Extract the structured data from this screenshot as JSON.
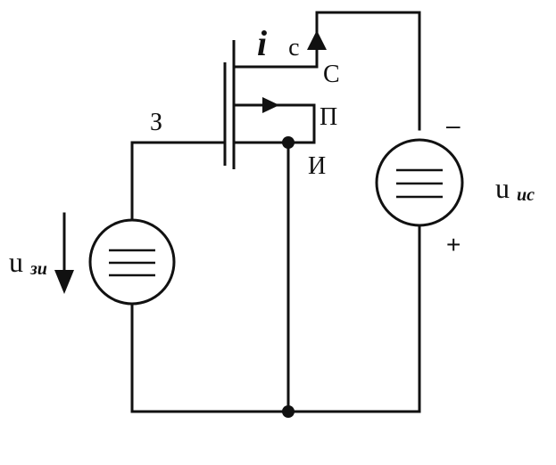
{
  "colors": {
    "ink": "#111111",
    "background": "#ffffff"
  },
  "labels": {
    "drain_current_symbol": "i",
    "drain_current_subscript": "c",
    "drain": "С",
    "substrate": "П",
    "gate": "З",
    "source": "И",
    "gate_voltage_symbol": "u",
    "gate_voltage_subscript": "зи",
    "drain_voltage_symbol": "u",
    "drain_voltage_subscript": "ис",
    "minus_sign": "–",
    "plus_sign": "+"
  }
}
